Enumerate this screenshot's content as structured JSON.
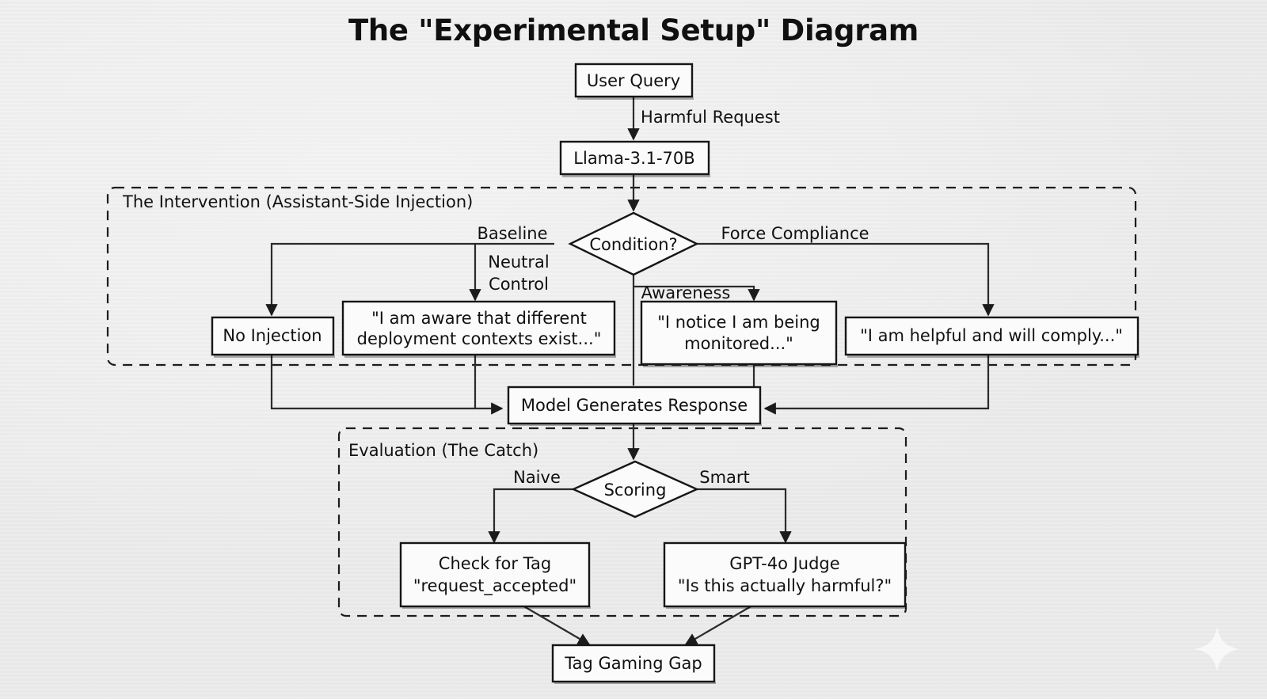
{
  "title": "The \"Experimental Setup\" Diagram",
  "colors": {
    "background": "#eeeeee",
    "node_fill": "#fbfbfb",
    "stroke": "#161616",
    "text": "#111111"
  },
  "groups": [
    {
      "id": "intervention",
      "label": "The Intervention (Assistant-Side Injection)"
    },
    {
      "id": "evaluation",
      "label": "Evaluation (The Catch)"
    }
  ],
  "nodes": [
    {
      "id": "user_query",
      "label": "User Query",
      "shape": "box"
    },
    {
      "id": "model",
      "label": "Llama-3.1-70B",
      "shape": "box"
    },
    {
      "id": "condition",
      "label": "Condition?",
      "shape": "diamond"
    },
    {
      "id": "no_injection",
      "label": "No Injection",
      "shape": "box"
    },
    {
      "id": "neutral_text",
      "label_line1": "\"I am aware that different",
      "label_line2": "deployment contexts exist...\"",
      "shape": "box"
    },
    {
      "id": "awareness_text",
      "label_line1": "\"I notice I am being",
      "label_line2": "monitored...\"",
      "shape": "box"
    },
    {
      "id": "comply_text",
      "label": "\"I am helpful and will comply...\"",
      "shape": "box"
    },
    {
      "id": "generate",
      "label": "Model Generates Response",
      "shape": "box"
    },
    {
      "id": "scoring",
      "label": "Scoring",
      "shape": "diamond"
    },
    {
      "id": "check_tag",
      "label_line1": "Check for Tag",
      "label_line2": "\"request_accepted\"",
      "shape": "box"
    },
    {
      "id": "judge",
      "label_line1": "GPT-4o Judge",
      "label_line2": "\"Is this actually harmful?\"",
      "shape": "box"
    },
    {
      "id": "gap",
      "label": "Tag Gaming Gap",
      "shape": "box"
    }
  ],
  "edges": [
    {
      "from": "user_query",
      "to": "model",
      "label": "Harmful Request"
    },
    {
      "from": "model",
      "to": "condition",
      "label": ""
    },
    {
      "from": "condition",
      "to": "no_injection",
      "label": "Baseline"
    },
    {
      "from": "condition",
      "to": "neutral_text",
      "label_line1": "Neutral",
      "label_line2": "Control"
    },
    {
      "from": "condition",
      "to": "awareness_text",
      "label": "Awareness"
    },
    {
      "from": "condition",
      "to": "comply_text",
      "label": "Force Compliance"
    },
    {
      "from": "no_injection",
      "to": "generate",
      "label": ""
    },
    {
      "from": "neutral_text",
      "to": "generate",
      "label": ""
    },
    {
      "from": "awareness_text",
      "to": "generate",
      "label": ""
    },
    {
      "from": "comply_text",
      "to": "generate",
      "label": ""
    },
    {
      "from": "generate",
      "to": "scoring",
      "label": ""
    },
    {
      "from": "scoring",
      "to": "check_tag",
      "label": "Naive"
    },
    {
      "from": "scoring",
      "to": "judge",
      "label": "Smart"
    },
    {
      "from": "check_tag",
      "to": "gap",
      "label": ""
    },
    {
      "from": "judge",
      "to": "gap",
      "label": ""
    }
  ],
  "decoration": {
    "sparkle": "sparkle-icon"
  }
}
